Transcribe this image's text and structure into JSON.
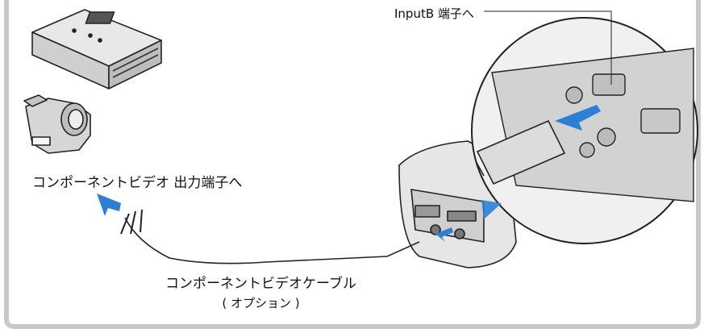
{
  "labels": {
    "input_port": "InputB 端子へ",
    "source_output": "コンポーネントビデオ 出力端子へ",
    "cable_name": "コンポーネントビデオケーブル",
    "cable_note": "( オプション )"
  },
  "colors": {
    "frame": "#c8c8c8",
    "device_gray": "#d9d9d9",
    "outline": "#222222",
    "arrow_blue": "#2d7fd6"
  },
  "icons": [
    "vcr-deck-icon",
    "camcorder-icon",
    "projector-icon",
    "connection-arrow-icon"
  ]
}
